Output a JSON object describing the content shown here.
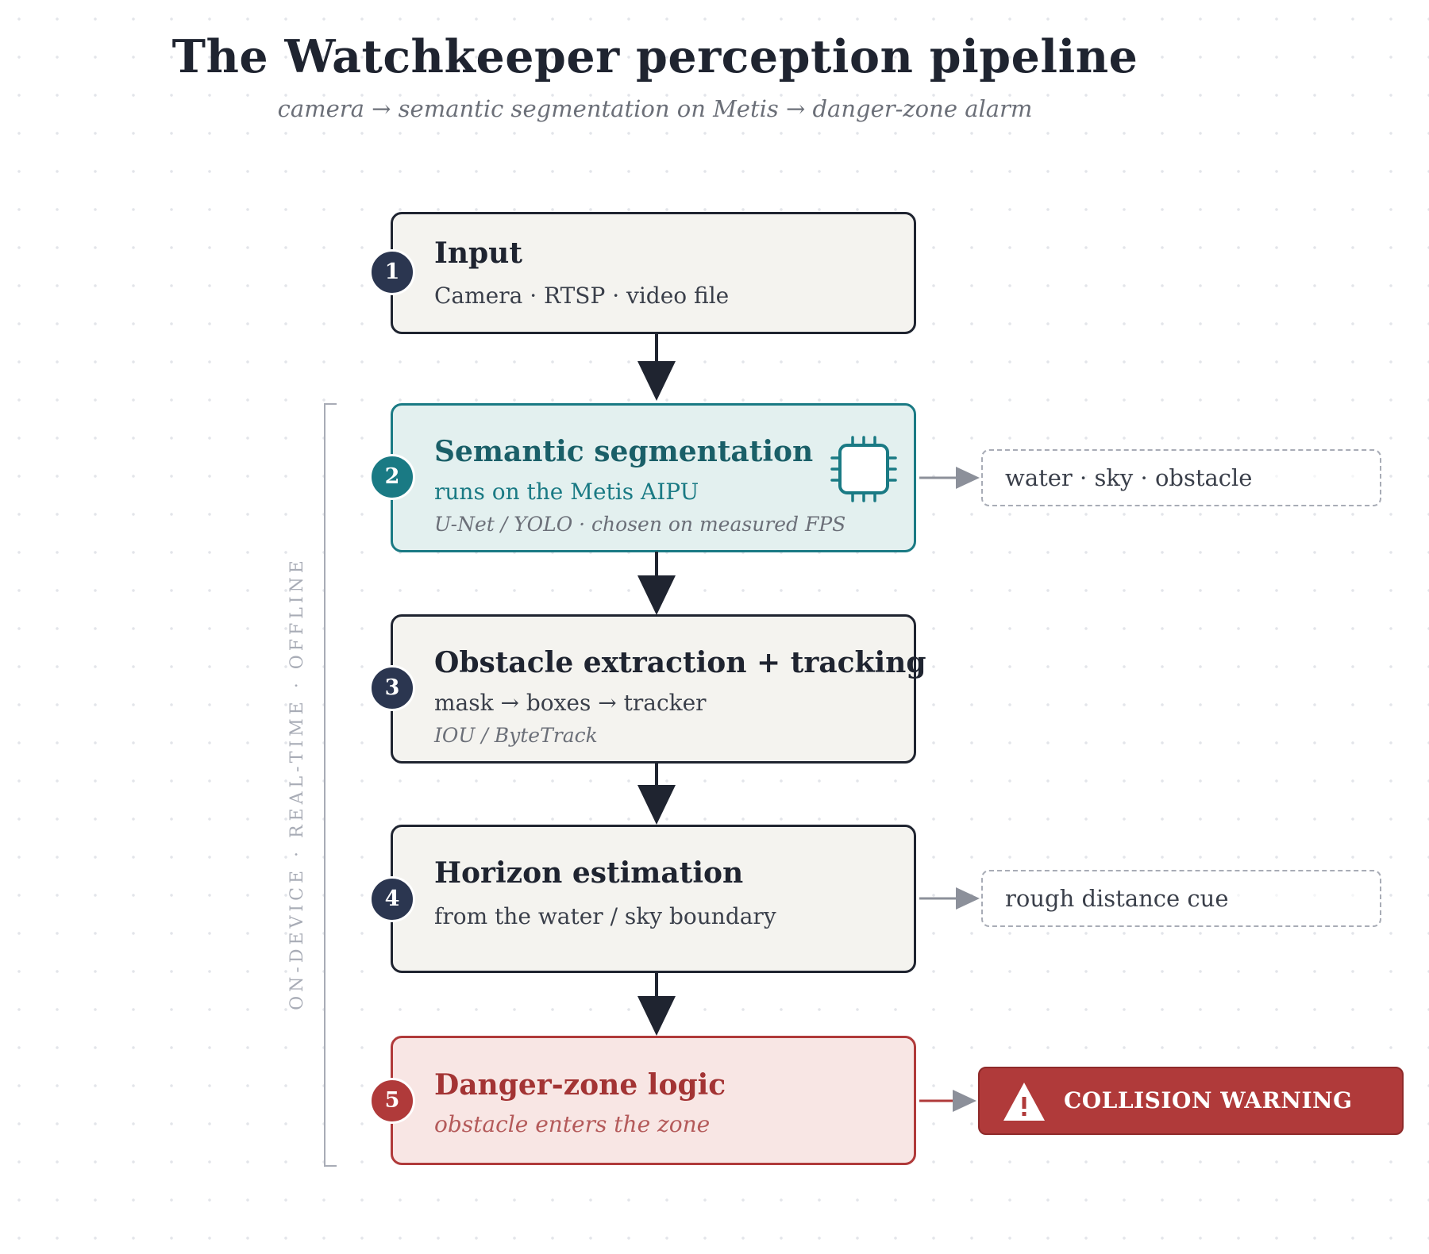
{
  "title": "The Watchkeeper perception pipeline",
  "subtitle": "camera → semantic segmentation on Metis → danger-zone alarm",
  "side_label": "ON-DEVICE · REAL-TIME · OFFLINE",
  "steps": [
    {
      "number": "1",
      "title": "Input",
      "subtitle": "Camera · RTSP · video file"
    },
    {
      "number": "2",
      "title": "Semantic segmentation",
      "subtitle": "runs on the Metis AIPU",
      "detail": "U-Net / YOLO · chosen on measured FPS",
      "icon": "chip-icon"
    },
    {
      "number": "3",
      "title": "Obstacle extraction + tracking",
      "subtitle": "mask → boxes → tracker",
      "detail": "IOU / ByteTrack"
    },
    {
      "number": "4",
      "title": "Horizon estimation",
      "subtitle": "from the water / sky boundary"
    },
    {
      "number": "5",
      "title": "Danger-zone logic",
      "subtitle": "obstacle enters the zone"
    }
  ],
  "outputs": {
    "segmentation_classes": "water · sky · obstacle",
    "horizon_output": "rough distance cue",
    "alarm": {
      "label": "COLLISION WARNING",
      "icon": "warning-triangle-icon"
    }
  },
  "colors": {
    "ink": "#1f2430",
    "navy": "#2b3650",
    "teal": "#1a7a84",
    "alarm_red": "#b03a3a",
    "box_fill": "#f4f3ef",
    "teal_fill": "#e3f0ef",
    "red_fill": "#f8e6e4",
    "muted": "#a8acb6"
  }
}
